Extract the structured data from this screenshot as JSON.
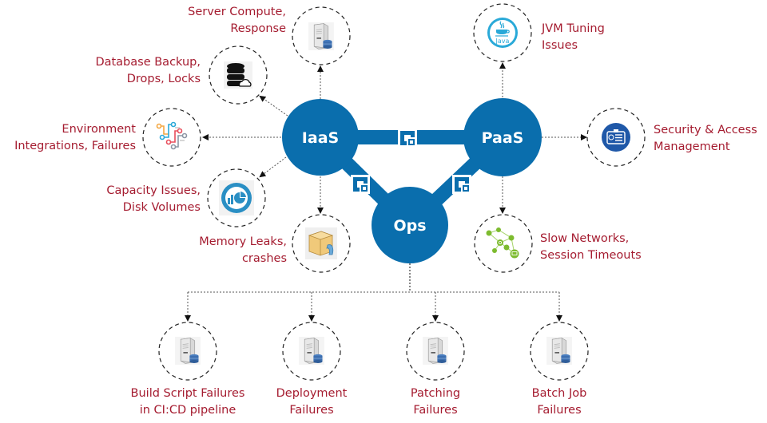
{
  "colors": {
    "hub": "#0a6ead",
    "label": "#a51c30",
    "dashed": "#222222",
    "connector": "#555555"
  },
  "hubs": {
    "iaas": "IaaS",
    "paas": "PaaS",
    "ops": "Ops"
  },
  "logo_icon": "g-bracket-logo",
  "nodes": {
    "server_compute": {
      "lines": [
        "Server Compute,",
        "Response"
      ],
      "icon": "server-icon"
    },
    "database": {
      "lines": [
        "Database Backup,",
        "Drops, Locks"
      ],
      "icon": "database-cloud-icon"
    },
    "environment": {
      "lines": [
        "Environment",
        "Integrations, Failures"
      ],
      "icon": "integration-flow-icon"
    },
    "capacity": {
      "lines": [
        "Capacity Issues,",
        "Disk Volumes"
      ],
      "icon": "chart-pie-icon"
    },
    "memory": {
      "lines": [
        "Memory Leaks,",
        "crashes"
      ],
      "icon": "leaking-box-icon"
    },
    "jvm": {
      "lines": [
        "JVM Tuning",
        "Issues"
      ],
      "icon": "java-icon"
    },
    "security": {
      "lines": [
        "Security & Access",
        "Management"
      ],
      "icon": "id-badge-icon"
    },
    "network": {
      "lines": [
        "Slow Networks,",
        "Session Timeouts"
      ],
      "icon": "network-nodes-icon"
    },
    "build": {
      "lines": [
        "Build Script Failures",
        "in CI:CD pipeline"
      ],
      "icon": "server-icon"
    },
    "deployment": {
      "lines": [
        "Deployment",
        "Failures"
      ],
      "icon": "server-icon"
    },
    "patching": {
      "lines": [
        "Patching",
        "Failures"
      ],
      "icon": "server-icon"
    },
    "batch": {
      "lines": [
        "Batch Job",
        "Failures"
      ],
      "icon": "server-icon"
    }
  }
}
